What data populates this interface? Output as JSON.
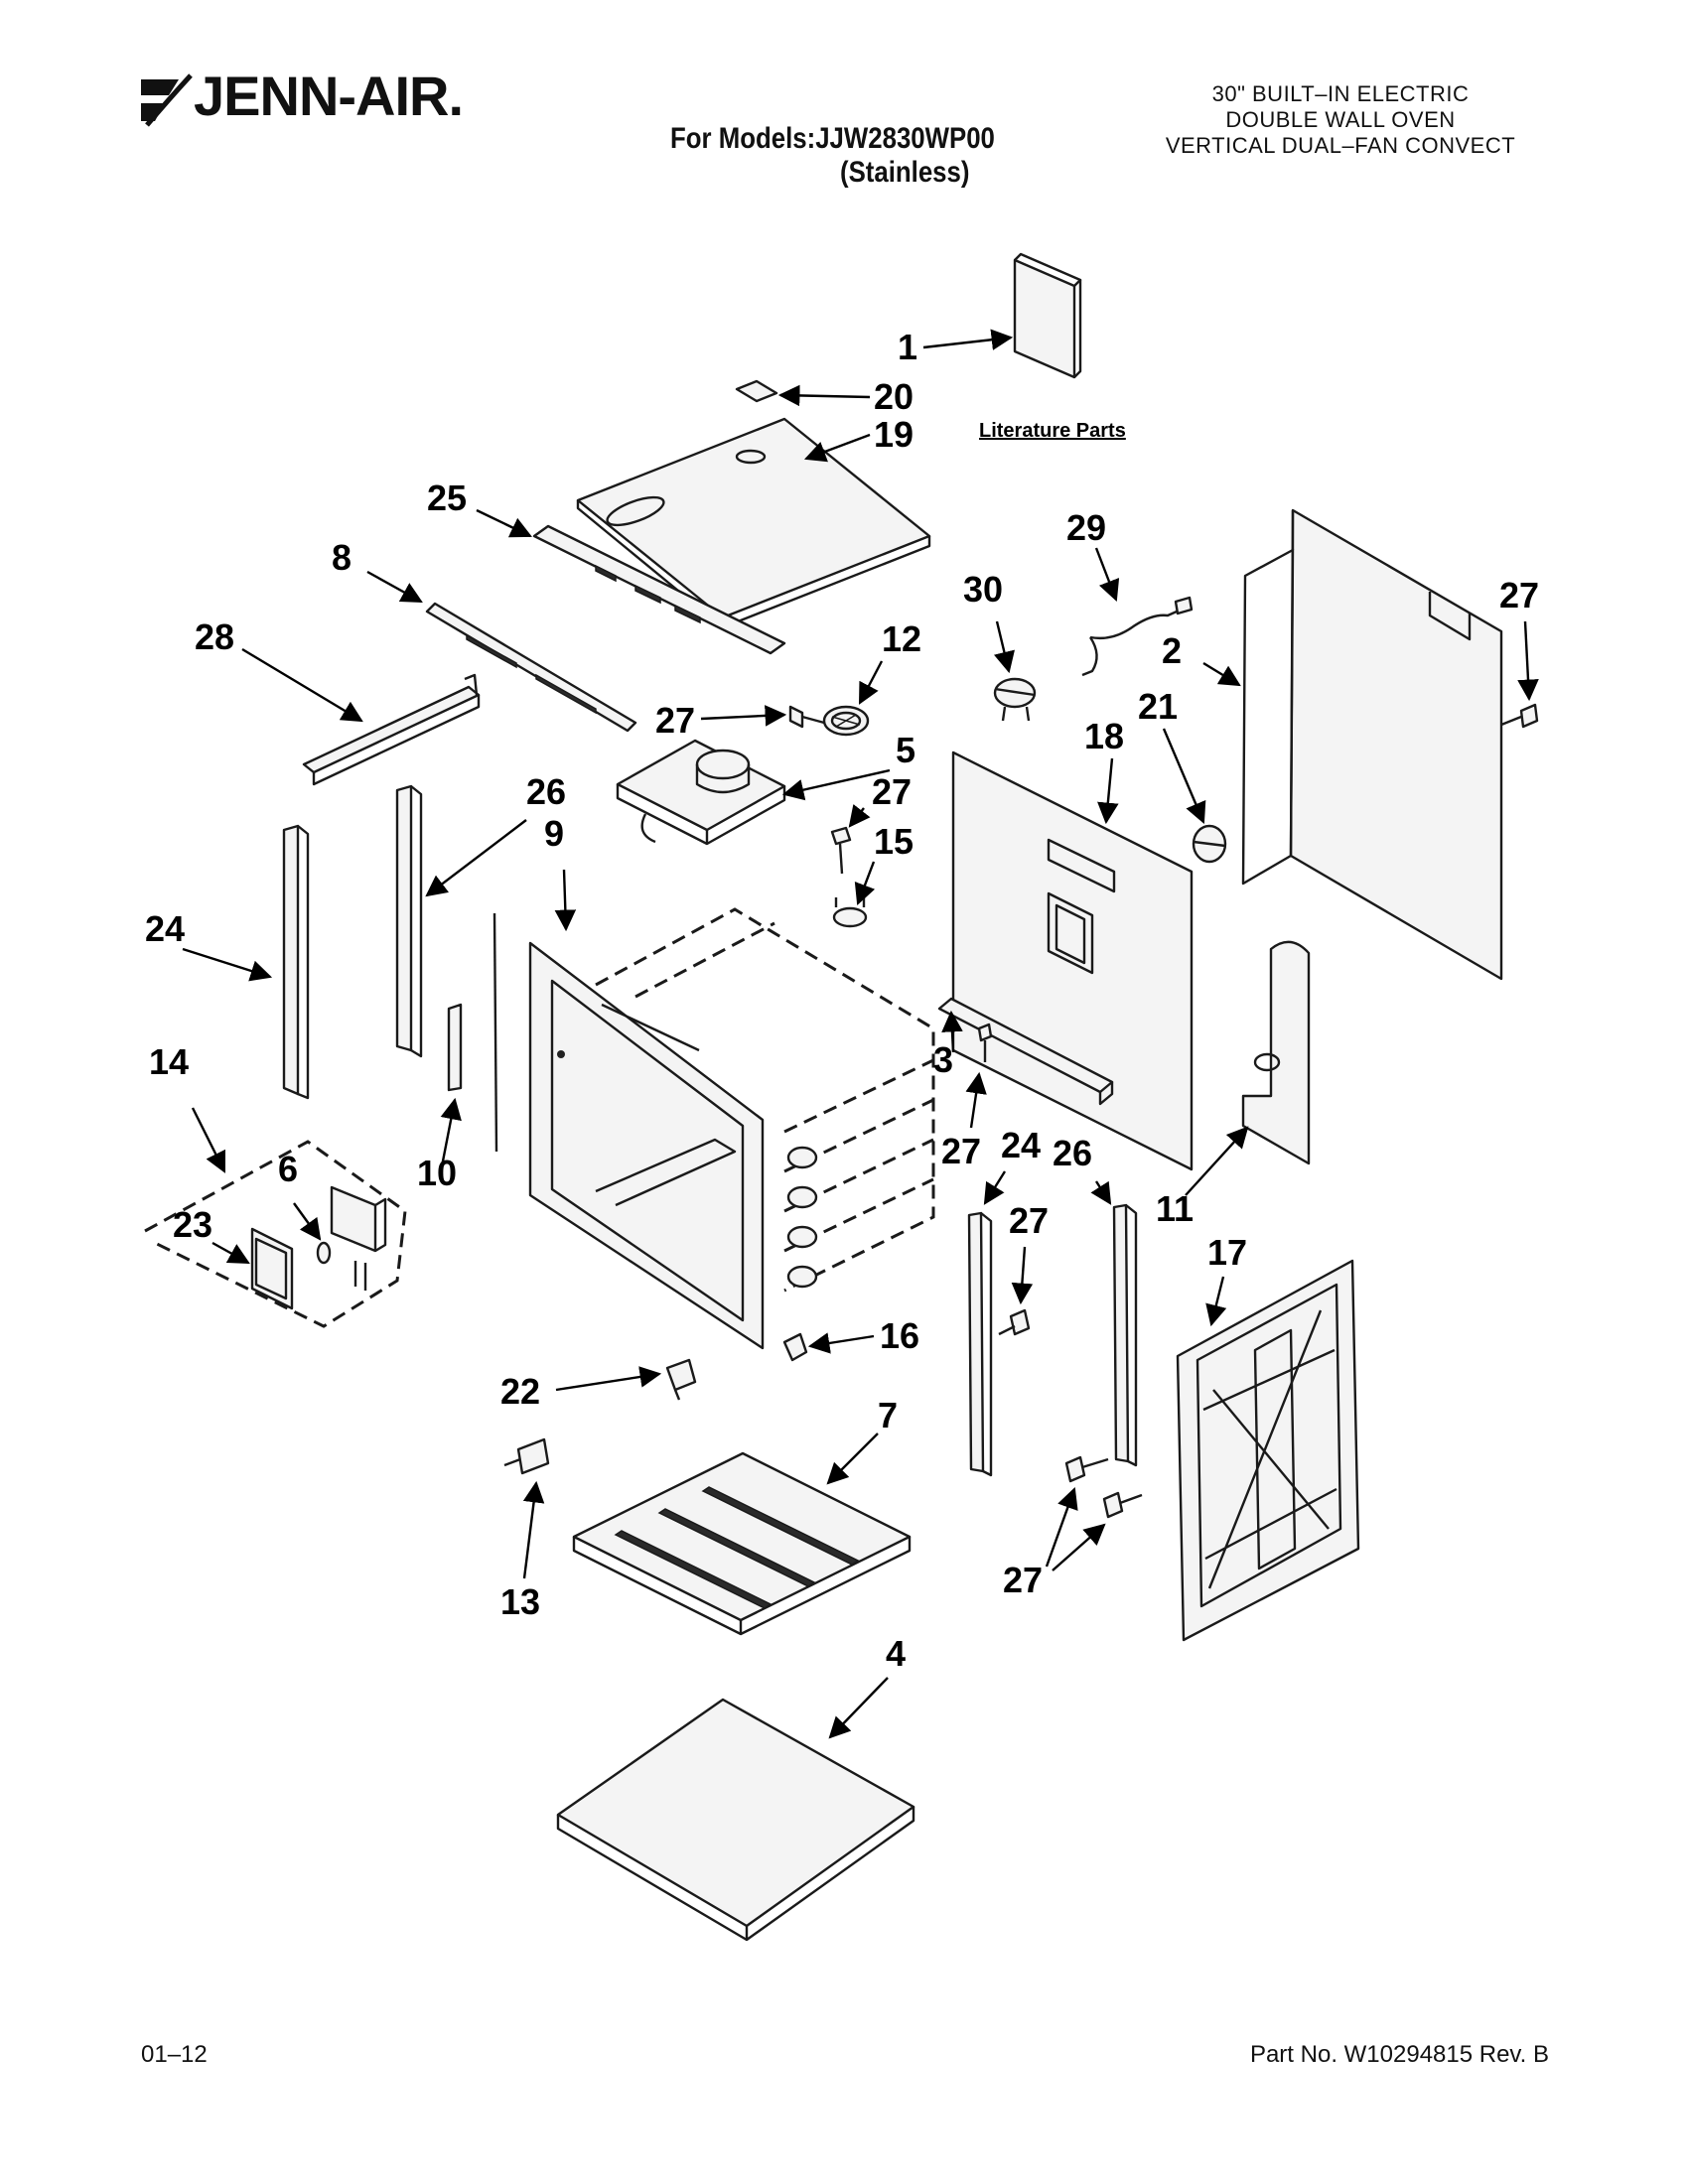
{
  "header": {
    "brand": "JENN-AIR.",
    "models_line": "For Models:JJW2830WP00",
    "variant_line": "(Stainless)",
    "description_lines": [
      "30\" BUILT–IN ELECTRIC",
      "DOUBLE WALL OVEN",
      "VERTICAL DUAL–FAN CONVECT"
    ]
  },
  "footer": {
    "date_code": "01–12",
    "part_number": "Part No. W10294815 Rev. B"
  },
  "diagram": {
    "literature_label": "Literature Parts",
    "callouts": {
      "c1": "1",
      "c2": "2",
      "c3": "3",
      "c4": "4",
      "c5": "5",
      "c6": "6",
      "c7": "7",
      "c8": "8",
      "c9": "9",
      "c10": "10",
      "c11": "11",
      "c12": "12",
      "c13": "13",
      "c14": "14",
      "c15": "15",
      "c16": "16",
      "c17": "17",
      "c18": "18",
      "c19": "19",
      "c20": "20",
      "c21": "21",
      "c22": "22",
      "c23": "23",
      "c24a": "24",
      "c24b": "24",
      "c25": "25",
      "c26a": "26",
      "c26b": "26",
      "c27a": "27",
      "c27b": "27",
      "c27c": "27",
      "c27d": "27",
      "c27e": "27",
      "c27f": "27",
      "c28": "28",
      "c29": "29",
      "c30": "30"
    }
  }
}
